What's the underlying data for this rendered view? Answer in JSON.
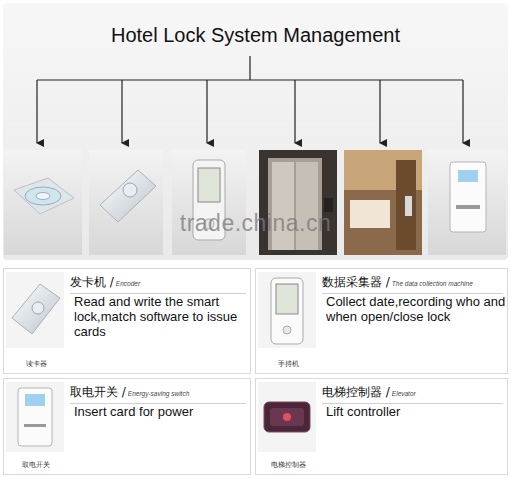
{
  "diagram": {
    "title": "Hotel Lock System Management",
    "nodes": [
      {
        "text": [
          "读卡器",
          "发卡机 /",
          "Encoder",
          "Read and write the smart lock,match software to issue cards"
        ]
      },
      {
        "text": [
          "手持机",
          "数据采集器 /",
          "The data collection machine",
          "Collect date,recording who and when open/close lock"
        ]
      },
      {
        "text": [
          "取电开关",
          "取电开关 /",
          "Energy-saving switch",
          "Insert card for power"
        ]
      },
      {
        "text": [
          "电梯控制器",
          "电梯控制器 /",
          "Elevator",
          "Lift controller"
        ]
      }
    ],
    "labels": [
      "trade.china.cn"
    ]
  }
}
